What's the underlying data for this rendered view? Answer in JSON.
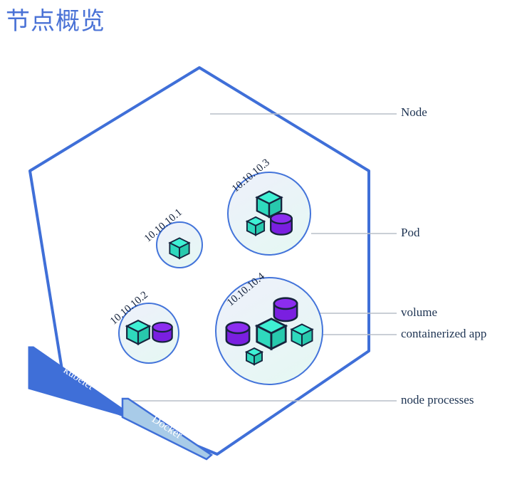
{
  "page": {
    "title": "节点概览",
    "title_color": "#4a72d6",
    "background": "#ffffff"
  },
  "colors": {
    "node_outline": "#3f6fd8",
    "pod_outline": "#4374da",
    "pod_fill_start": "#eef0fb",
    "pod_fill_end": "#e6f6f4",
    "container_cube_top": "#3ff0d4",
    "container_cube_left": "#2fd9bd",
    "container_cube_right": "#28c9ad",
    "volume_cylinder": "#7a1fe0",
    "volume_cylinder_top": "#8c2df0",
    "shape_outline": "#16243d",
    "kubelet_bar": "#3f6fd8",
    "docker_bar": "#a8cbe8",
    "leader_line": "#b9bfc9",
    "label_text": "#1d3352",
    "bar_text": "#ffffff"
  },
  "node": {
    "shape": "hexagon",
    "label": "Node"
  },
  "callouts": [
    {
      "name": "node",
      "label": "Node"
    },
    {
      "name": "pod",
      "label": "Pod"
    },
    {
      "name": "volume",
      "label": "volume"
    },
    {
      "name": "containerized-app",
      "label": "containerized app"
    },
    {
      "name": "node-processes",
      "label": "node processes"
    }
  ],
  "process_bars": [
    {
      "name": "kubelet",
      "label": "kubelet"
    },
    {
      "name": "docker",
      "label": "Docker"
    }
  ],
  "pods": [
    {
      "id": "pod-1",
      "ip": "10.10.10.1",
      "containers": 1,
      "volumes": 0
    },
    {
      "id": "pod-2",
      "ip": "10.10.10.2",
      "containers": 1,
      "volumes": 1
    },
    {
      "id": "pod-3",
      "ip": "10.10.10.3",
      "containers": 2,
      "volumes": 1
    },
    {
      "id": "pod-4",
      "ip": "10.10.10.4",
      "containers": 3,
      "volumes": 2
    }
  ]
}
